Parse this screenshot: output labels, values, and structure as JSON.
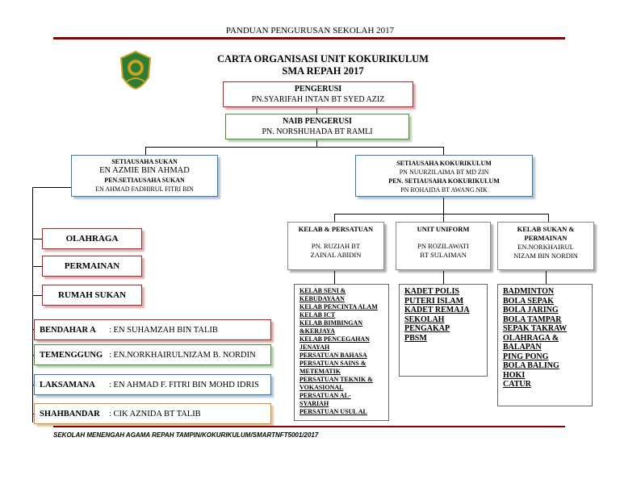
{
  "header": {
    "text": "PANDUAN PENGURUSAN SEKOLAH 2017"
  },
  "title": {
    "line1": "CARTA ORGANISASI UNIT KOKURIKULUM",
    "line2": "SMA REPAH 2017"
  },
  "pengerusi": {
    "role": "PENGERUSI",
    "name": "PN.SYARIFAH INTAN BT SYED AZIZ"
  },
  "naib": {
    "role": "NAIB PENGERUSI",
    "name": "PN. NORSHUHADA BT RAMLI"
  },
  "setiausaha_sukan": {
    "role": "SETIAUSAHA SUKAN",
    "name": "EN AZMIE BIN AHMAD",
    "pen_role": "PEN.SETIAUSAHA SUKAN",
    "pen_name": "EN AHMAD FADHIRUL FITRI BIN"
  },
  "setiausaha_koku": {
    "role": "SETIAUSAHA KOKURIKULUM",
    "name": "PN NUURZILAIMA BT MD ZIN",
    "pen_role": "PEN. SETIAUSAHA KOKURIKULUM",
    "pen_name": "PN ROHAIDA BT AWANG NIK"
  },
  "left_items": [
    "OLAHRAGA",
    "PERMAINAN",
    "RUMAH SUKAN"
  ],
  "roles": [
    {
      "label": "BENDAHAR A",
      "value": ": EN SUHAMZAH BIN TALIB"
    },
    {
      "label": "TEMENGGUNG",
      "value": ":  EN.NORKHAIRULNIZAM B. NORDIN"
    },
    {
      "label": "LAKSAMANA",
      "value": ": EN AHMAD F. FITRI BIN MOHD IDRIS"
    },
    {
      "label": "SHAHBANDAR",
      "value": ": CIK AZNIDA BT TALIB"
    }
  ],
  "units": [
    {
      "title": "KELAB & PERSATUAN",
      "name1": "PN. RUZIAH BT",
      "name2": "ZAINAL ABIDIN"
    },
    {
      "title": "UNIT UNIFORM",
      "name1": "PN ROZILAWATI",
      "name2": "BT SULAIMAN"
    },
    {
      "title": "KELAB SUKAN &",
      "title2": "PERMAINAN",
      "name1": "EN.NORKHAIRUL",
      "name2": "NIZAM BIN NORDIN"
    }
  ],
  "kelab_list": [
    "KELAB SENI &",
    "KEBUDAYAAN",
    "KELAB PENCINTA ALAM",
    "KELAB ICT",
    "KELAB BIMBINGAN",
    "&KERJAYA",
    "KELAB PENCEGAHAN",
    "JENAYAH",
    "PERSATUAN BAHASA",
    "PERSATUAN SAINS &",
    "METEMATIK",
    "PERSATUAN TEKNIK &",
    "VOKASIONAL",
    "PERSATUAN  AL-",
    "SYARIAH",
    "PERSATUAN USUL AL"
  ],
  "uniform_list": [
    "KADET POLIS",
    "PUTERI ISLAM",
    "KADET REMAJA",
    "SEKOLAH",
    "PENGAKAP",
    "PBSM"
  ],
  "sukan_list": [
    "BADMINTON",
    "BOLA SEPAK",
    "BOLA JARING",
    "BOLA TAMPAR",
    "SEPAK TAKRAW",
    "OLAHRAGA & BALAPAN",
    "PING PONG",
    "BOLA BALING",
    "HOKI",
    "CATUR"
  ],
  "footer": {
    "text": "SEKOLAH MENENGAH AGAMA REPAH TAMPIN/KOKURIKULUM/SMARTNFT5001/2017"
  },
  "colors": {
    "rule": "#8b0000",
    "pengerusi_border": "#b22222",
    "naib_border": "#4e8a3a",
    "setiausaha_border": "#3a78b0"
  }
}
